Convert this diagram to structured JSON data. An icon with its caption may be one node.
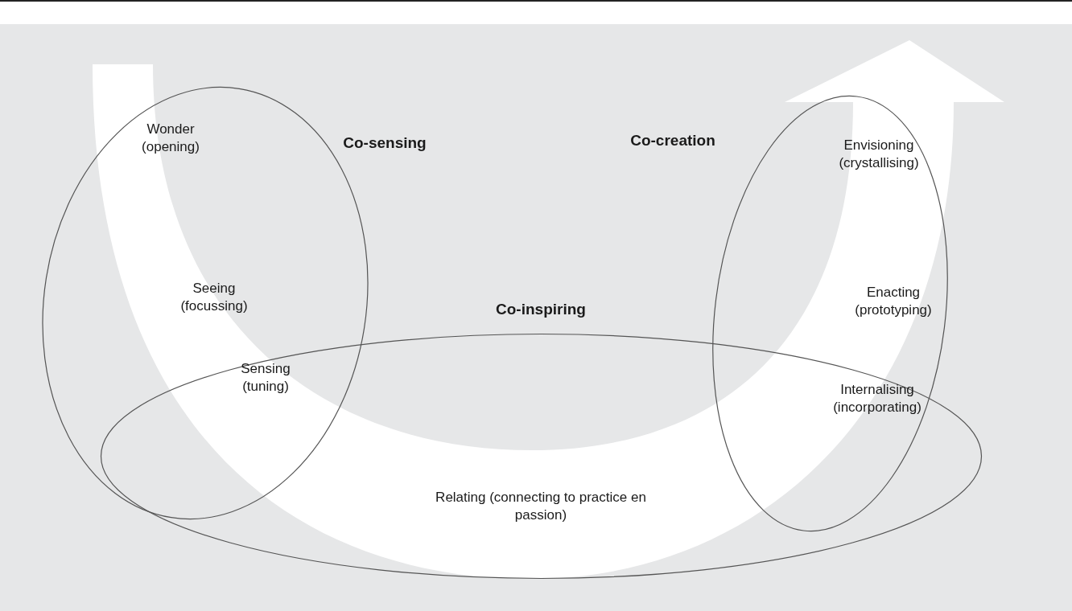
{
  "diagram": {
    "nodes": [
      {
        "text": [
          "Wonder (opening)",
          "Co-sensing",
          "Seeing (focussing)"
        ]
      },
      {
        "text": [
          "Co-creation",
          "Envisioning (crystallising)",
          "Enacting (prototyping)"
        ]
      },
      {
        "text": [
          "Co-inspiring",
          "Relating (connecting to practice en passion)"
        ]
      }
    ],
    "labels": [
      "Sensing (tuning)",
      "Internalising (incorporating)"
    ]
  }
}
